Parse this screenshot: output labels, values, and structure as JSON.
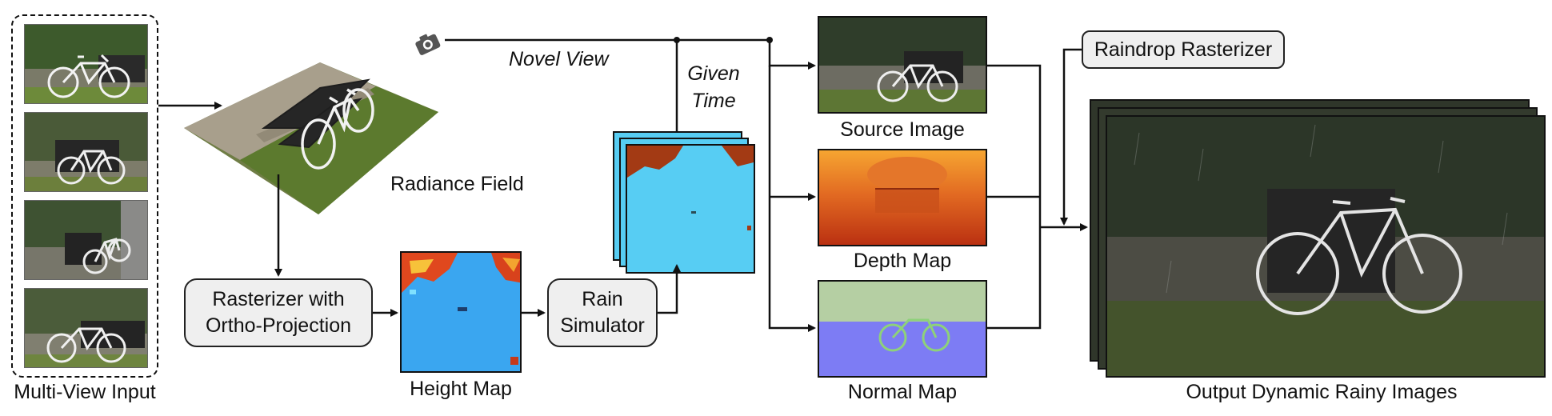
{
  "labels": {
    "multi_view_input": "Multi-View Input",
    "radiance_field": "Radiance Field",
    "novel_view": "Novel View",
    "given_time_1": "Given",
    "given_time_2": "Time",
    "height_map": "Height Map",
    "source_image": "Source Image",
    "depth_map": "Depth Map",
    "normal_map": "Normal Map",
    "output": "Output Dynamic Rainy Images"
  },
  "boxes": {
    "rasterizer_line1": "Rasterizer with",
    "rasterizer_line2": "Ortho-Projection",
    "rain_line1": "Rain",
    "rain_line2": "Simulator",
    "raindrop": "Raindrop Rasterizer"
  },
  "icons": {
    "camera": "camera-icon",
    "bicycle": "bicycle-icon"
  },
  "colors": {
    "stroke": "#111111",
    "box_fill": "#efefef",
    "sky_blue": "#57cdf3",
    "height_blue": "#3aa6f0",
    "depth_orange": "#e0561a",
    "normal_purple": "#7d7cf4",
    "grass": "#5b7a35"
  }
}
